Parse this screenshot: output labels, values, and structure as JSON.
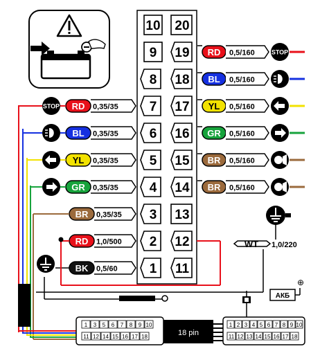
{
  "pins": {
    "left": [
      "10",
      "9",
      "8",
      "7",
      "6",
      "5",
      "4",
      "3",
      "2",
      "1"
    ],
    "right": [
      "20",
      "19",
      "18",
      "17",
      "16",
      "15",
      "14",
      "13",
      "12",
      "11"
    ]
  },
  "right_wires": [
    {
      "row": 1,
      "code": "RD",
      "spec": "0,5/160",
      "icon": "stop-lamp-icon",
      "icon_text": "STOP",
      "wire_color": "#e8101a",
      "tag_color": "#e8101a",
      "tag_text_color": "#ffffff"
    },
    {
      "row": 2,
      "code": "BL",
      "spec": "0,5/160",
      "icon": "position-lamp-icon",
      "icon_text": "",
      "wire_color": "#1530e0",
      "tag_color": "#1530e0",
      "tag_text_color": "#ffffff"
    },
    {
      "row": 3,
      "code": "YL",
      "spec": "0,5/160",
      "icon": "turn-left-icon",
      "icon_text": "",
      "wire_color": "#f2e200",
      "tag_color": "#f2e200",
      "tag_text_color": "#000000"
    },
    {
      "row": 4,
      "code": "GR",
      "spec": "0,5/160",
      "icon": "turn-right-icon",
      "icon_text": "",
      "wire_color": "#17a33c",
      "tag_color": "#17a33c",
      "tag_text_color": "#ffffff"
    },
    {
      "row": 5,
      "code": "BR",
      "spec": "0,5/160",
      "icon": "reverse-left-icon",
      "icon_text": "",
      "wire_color": "#9b6a3c",
      "tag_color": "#9b6a3c",
      "tag_text_color": "#ffffff"
    },
    {
      "row": 6,
      "code": "BR",
      "spec": "0,5/160",
      "icon": "reverse-right-icon",
      "icon_text": "",
      "wire_color": "#9b6a3c",
      "tag_color": "#9b6a3c",
      "tag_text_color": "#ffffff"
    }
  ],
  "left_wires": [
    {
      "row": 3,
      "code": "RD",
      "spec": "0,35/35",
      "icon": "stop-lamp-icon",
      "icon_text": "STOP",
      "wire_color": "#e8101a",
      "tag_color": "#e8101a",
      "tag_text_color": "#ffffff"
    },
    {
      "row": 4,
      "code": "BL",
      "spec": "0,35/35",
      "icon": "position-lamp-icon",
      "icon_text": "",
      "wire_color": "#1530e0",
      "tag_color": "#1530e0",
      "tag_text_color": "#ffffff"
    },
    {
      "row": 5,
      "code": "YL",
      "spec": "0,35/35",
      "icon": "turn-left-icon",
      "icon_text": "",
      "wire_color": "#f2e200",
      "tag_color": "#f2e200",
      "tag_text_color": "#000000"
    },
    {
      "row": 6,
      "code": "GR",
      "spec": "0,35/35",
      "icon": "turn-right-icon",
      "icon_text": "",
      "wire_color": "#17a33c",
      "tag_color": "#17a33c",
      "tag_text_color": "#ffffff"
    },
    {
      "row": 7,
      "code": "BR",
      "spec": "0,35/35",
      "icon": "",
      "icon_text": "",
      "wire_color": "#9b6a3c",
      "tag_color": "#9b6a3c",
      "tag_text_color": "#ffffff"
    },
    {
      "row": 8,
      "code": "RD",
      "spec": "1,0/500",
      "icon": "",
      "icon_text": "",
      "wire_color": "#e8101a",
      "tag_color": "#e8101a",
      "tag_text_color": "#ffffff"
    },
    {
      "row": 9,
      "code": "BK",
      "spec": "0,5/60",
      "icon": "ground-icon",
      "icon_text": "",
      "wire_color": "#111111",
      "tag_color": "#111111",
      "tag_text_color": "#ffffff"
    }
  ],
  "white_wire": {
    "code": "WT",
    "spec": "1,0/220"
  },
  "battery_label": "АКБ",
  "battery_plus": "⊕",
  "connector_label": "18 pin",
  "mini_connector": {
    "top_left": [
      "1",
      "3",
      "5",
      "6",
      "7",
      "8",
      "9",
      "10"
    ],
    "bottom_left": [
      "11",
      "12",
      "14",
      "15",
      "16",
      "17",
      "18"
    ],
    "top_right": [
      "1",
      "2",
      "3",
      "4",
      "5",
      "6",
      "7",
      "8",
      "9",
      "10"
    ],
    "bottom_right": [
      "11",
      "12",
      "13",
      "14",
      "15",
      "16",
      "17",
      "18"
    ]
  }
}
